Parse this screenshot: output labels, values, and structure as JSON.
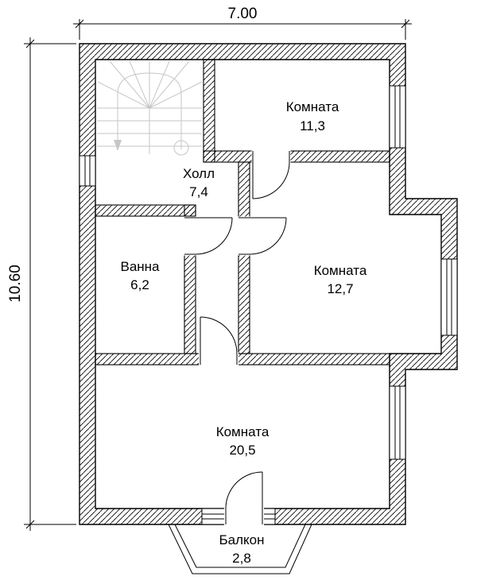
{
  "drawing": {
    "dimensions": {
      "width": "7.00",
      "height": "10.60"
    },
    "rooms": [
      {
        "name": "Комната",
        "area": "11,3"
      },
      {
        "name": "Холл",
        "area": "7,4"
      },
      {
        "name": "Ванна",
        "area": "6,2"
      },
      {
        "name": "Комната",
        "area": "12,7"
      },
      {
        "name": "Комната",
        "area": "20,5"
      },
      {
        "name": "Балкон",
        "area": "2,8"
      }
    ],
    "colors": {
      "wall_line": "#000000",
      "stairs": "#c6c6c6",
      "background": "#ffffff"
    }
  }
}
